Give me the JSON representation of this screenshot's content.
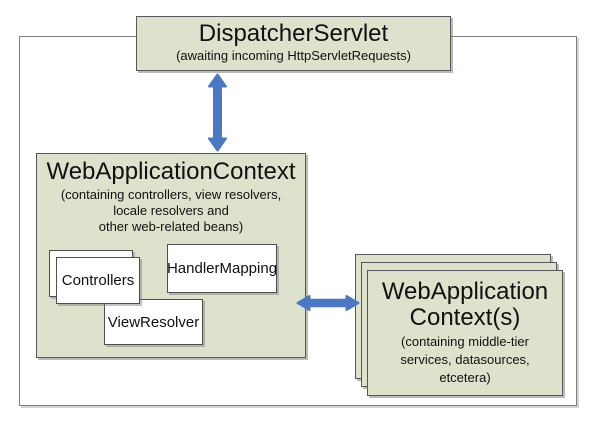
{
  "colors": {
    "box_fill": "#dde2cc",
    "box_border": "#58585a",
    "inner_box_fill": "#ffffff",
    "inner_box_border": "#4f4f4f",
    "outer_border": "#7f7f7f",
    "arrow": "#4a78c2",
    "text": "#111111"
  },
  "dispatcher": {
    "title": "DispatcherServlet",
    "subtitle": "(awaiting incoming HttpServletRequests)"
  },
  "wac": {
    "title": "WebApplicationContext",
    "subtitle_lines": [
      "(containing controllers, view resolvers,",
      "locale resolvers and",
      "other web-related beans)"
    ],
    "controllers_label": "Controllers",
    "handler_mapping_label": "HandlerMapping",
    "view_resolver_label": "ViewResolver"
  },
  "middle_tier": {
    "title_line1": "WebApplication",
    "title_line2": "Context(s)",
    "subtitle_lines": [
      "(containing middle-tier",
      "services, datasources,",
      "etcetera)"
    ]
  }
}
